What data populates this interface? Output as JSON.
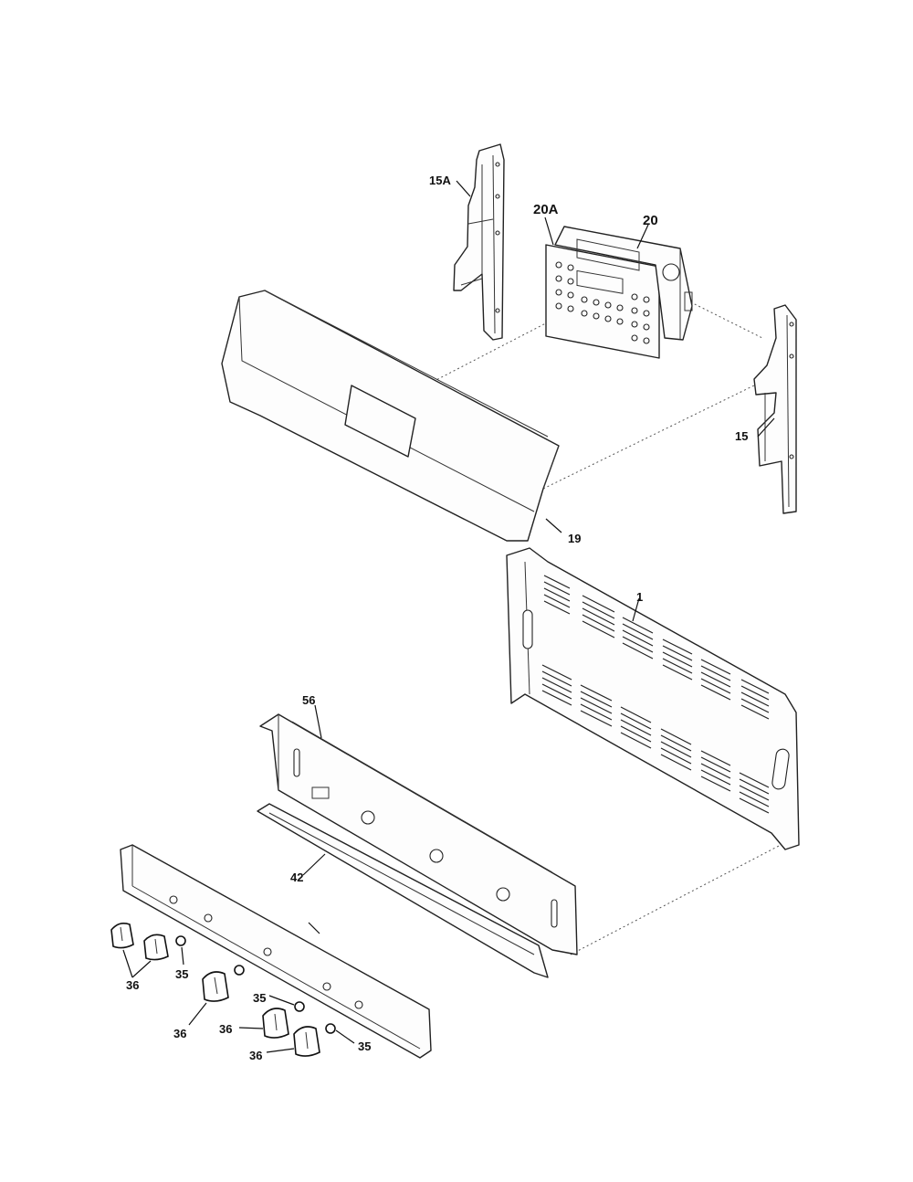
{
  "callouts": {
    "bracket_left": "15A",
    "overlay": "20A",
    "control_board": "20",
    "bracket_right": "15",
    "backguard": "19",
    "rear_panel": "1",
    "manifold_panel": "56",
    "shield": "42",
    "washer_1": "35",
    "washer_2": "35",
    "washer_3": "35",
    "knob_group": "36",
    "knob_1": "36",
    "knob_2": "36",
    "knob_3": "36"
  },
  "colors": {
    "line": "#222222",
    "background": "#ffffff"
  }
}
